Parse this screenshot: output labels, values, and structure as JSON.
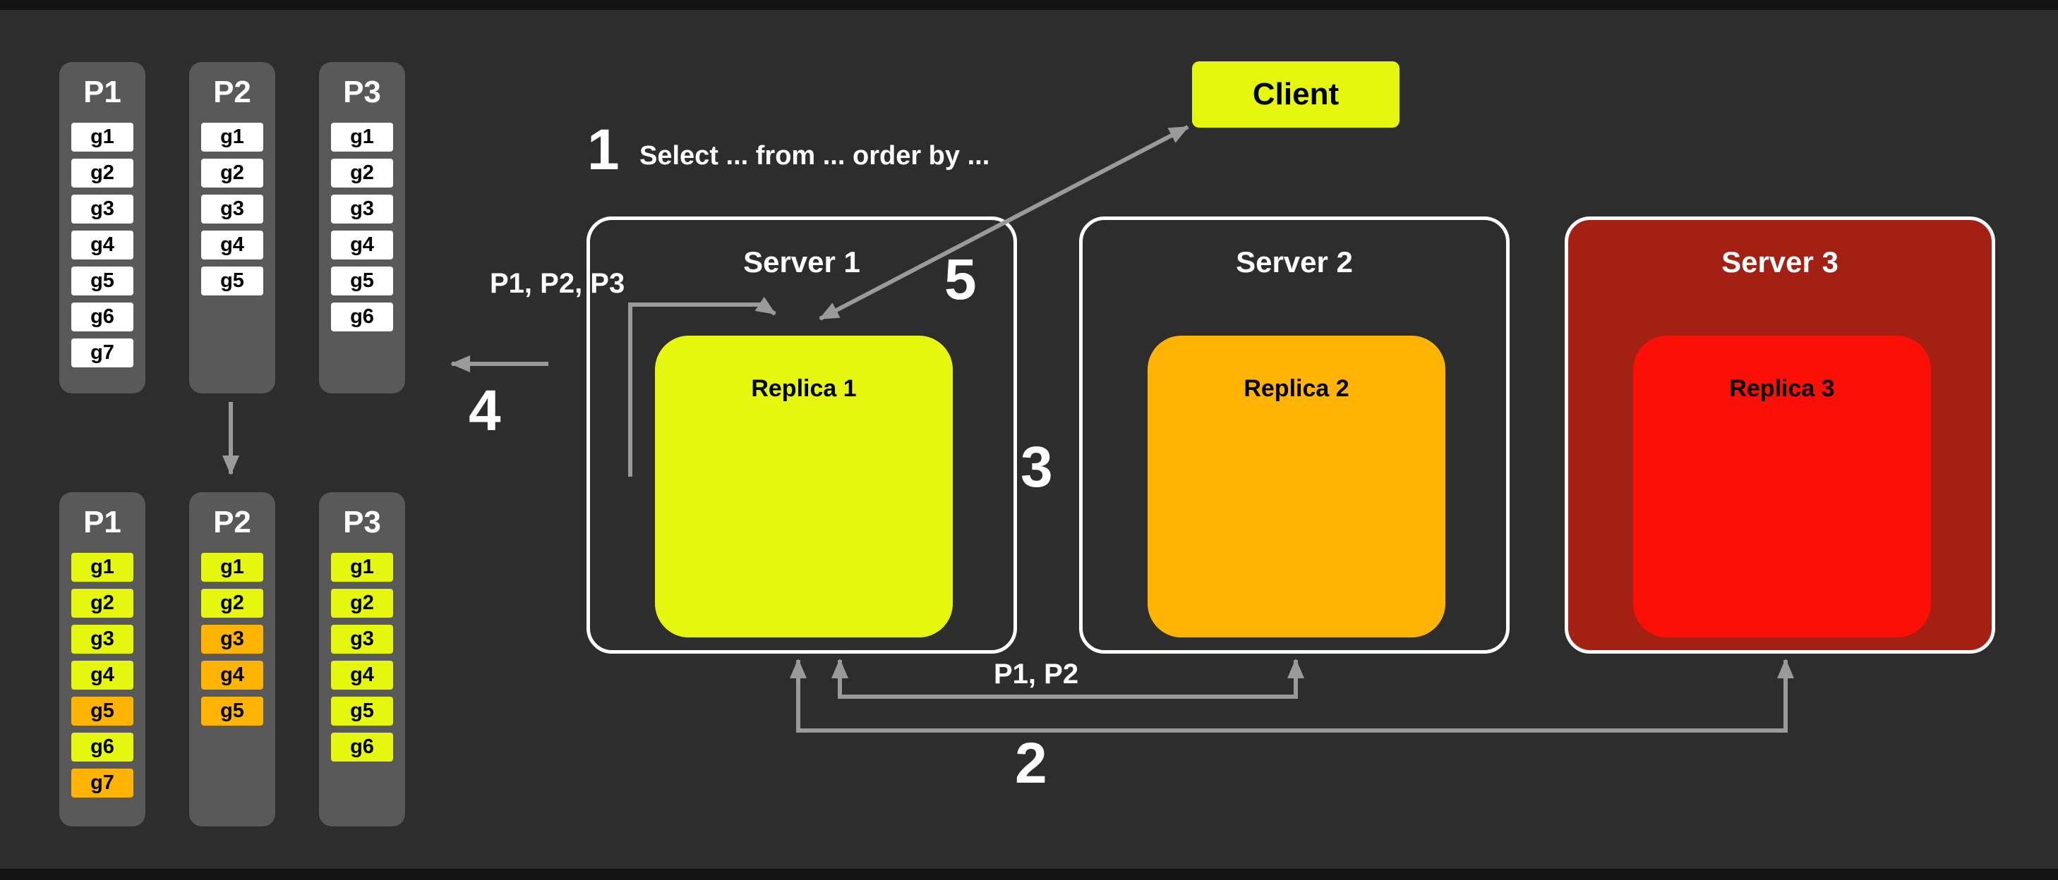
{
  "colors": {
    "background": "#2d2d2d",
    "column_bg": "#595959",
    "white": "#ffffff",
    "yellow": "#e5f70e",
    "orange": "#ffb404",
    "red": "#fb0f07",
    "server3_bg": "#a32012",
    "arrow": "#9a9a9a"
  },
  "client": {
    "label": "Client"
  },
  "servers": [
    {
      "label": "Server 1",
      "replica_label": "Replica 1",
      "replica_color": "yellow"
    },
    {
      "label": "Server 2",
      "replica_label": "Replica 2",
      "replica_color": "orange"
    },
    {
      "label": "Server 3",
      "replica_label": "Replica 3",
      "replica_color": "red"
    }
  ],
  "steps": {
    "step1": {
      "number": "1",
      "text": "Select ... from ... order by ..."
    },
    "step2": {
      "number": "2"
    },
    "step3": {
      "number": "3"
    },
    "step4": {
      "number": "4"
    },
    "step5": {
      "number": "5"
    }
  },
  "labels": {
    "loop_partitions": "P1, P2, P3",
    "returned_partitions": "P1, P2"
  },
  "top_partitions": [
    {
      "label": "P1",
      "cells": [
        {
          "label": "g1",
          "color": "white"
        },
        {
          "label": "g2",
          "color": "white"
        },
        {
          "label": "g3",
          "color": "white"
        },
        {
          "label": "g4",
          "color": "white"
        },
        {
          "label": "g5",
          "color": "white"
        },
        {
          "label": "g6",
          "color": "white"
        },
        {
          "label": "g7",
          "color": "white"
        }
      ]
    },
    {
      "label": "P2",
      "cells": [
        {
          "label": "g1",
          "color": "white"
        },
        {
          "label": "g2",
          "color": "white"
        },
        {
          "label": "g3",
          "color": "white"
        },
        {
          "label": "g4",
          "color": "white"
        },
        {
          "label": "g5",
          "color": "white"
        }
      ]
    },
    {
      "label": "P3",
      "cells": [
        {
          "label": "g1",
          "color": "white"
        },
        {
          "label": "g2",
          "color": "white"
        },
        {
          "label": "g3",
          "color": "white"
        },
        {
          "label": "g4",
          "color": "white"
        },
        {
          "label": "g5",
          "color": "white"
        },
        {
          "label": "g6",
          "color": "white"
        }
      ]
    }
  ],
  "bottom_partitions": [
    {
      "label": "P1",
      "cells": [
        {
          "label": "g1",
          "color": "yellow"
        },
        {
          "label": "g2",
          "color": "yellow"
        },
        {
          "label": "g3",
          "color": "yellow"
        },
        {
          "label": "g4",
          "color": "yellow"
        },
        {
          "label": "g5",
          "color": "orange"
        },
        {
          "label": "g6",
          "color": "yellow"
        },
        {
          "label": "g7",
          "color": "orange"
        }
      ]
    },
    {
      "label": "P2",
      "cells": [
        {
          "label": "g1",
          "color": "yellow"
        },
        {
          "label": "g2",
          "color": "yellow"
        },
        {
          "label": "g3",
          "color": "orange"
        },
        {
          "label": "g4",
          "color": "orange"
        },
        {
          "label": "g5",
          "color": "orange"
        }
      ]
    },
    {
      "label": "P3",
      "cells": [
        {
          "label": "g1",
          "color": "yellow"
        },
        {
          "label": "g2",
          "color": "yellow"
        },
        {
          "label": "g3",
          "color": "yellow"
        },
        {
          "label": "g4",
          "color": "yellow"
        },
        {
          "label": "g5",
          "color": "yellow"
        },
        {
          "label": "g6",
          "color": "yellow"
        }
      ]
    }
  ]
}
